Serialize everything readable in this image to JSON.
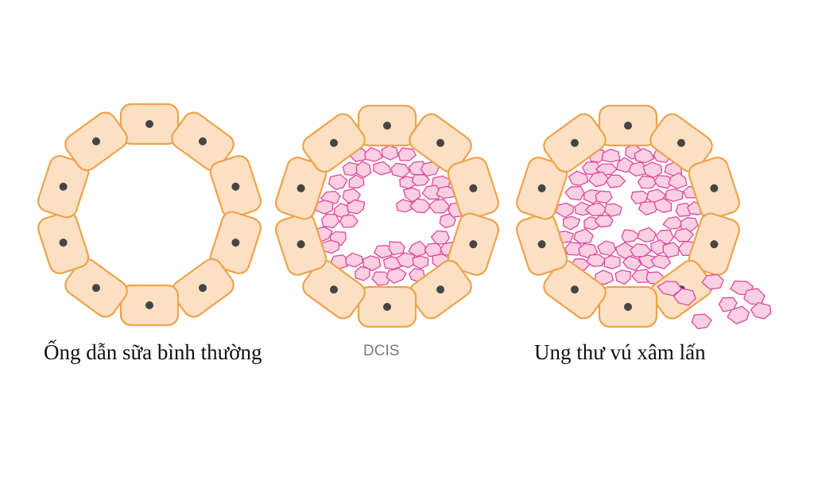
{
  "colors": {
    "cell_fill": "#fbe0c4",
    "cell_stroke": "#f0a24a",
    "nucleus": "#454545",
    "tumor_fill": "#f9cfe1",
    "tumor_stroke": "#e0479b",
    "background": "#ffffff"
  },
  "panels": [
    {
      "caption": "Ống dẫn sữa bình thường",
      "stage": "normal"
    },
    {
      "caption": "DCIS",
      "stage": "in-situ"
    },
    {
      "caption": "Ung thư vú xâm lấn",
      "stage": "invasive"
    }
  ]
}
